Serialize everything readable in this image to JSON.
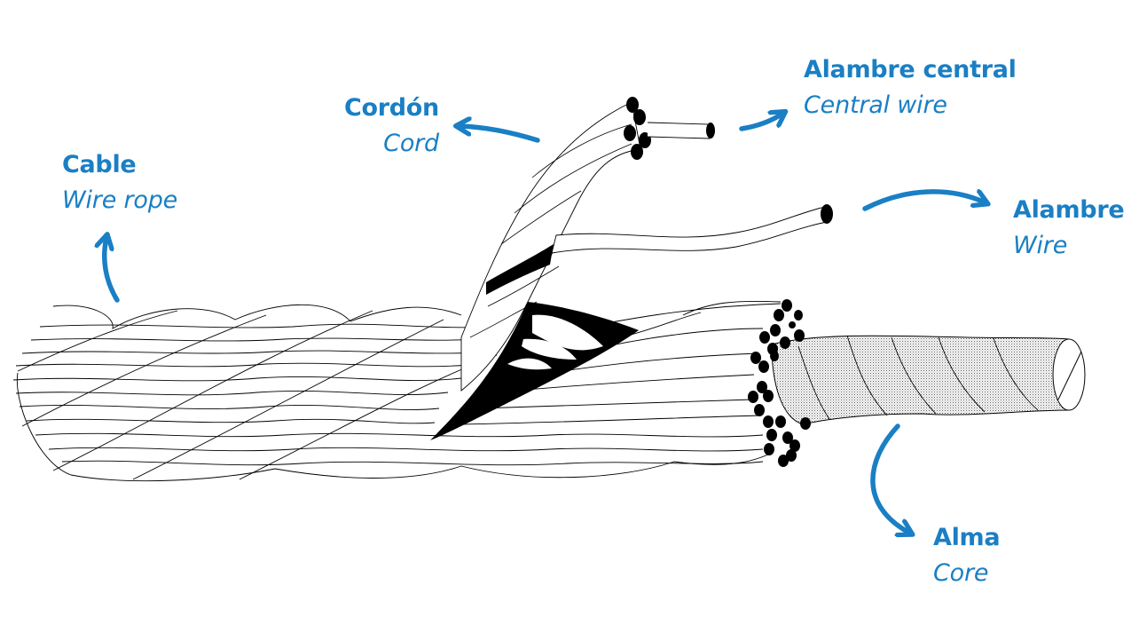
{
  "title": "Wire rope anatomy",
  "colors": {
    "accent": "#1a7fc4",
    "ink": "#000000",
    "background": "#ffffff"
  },
  "labels": [
    {
      "id": "cable",
      "spanish": "Cable",
      "english": "Wire rope"
    },
    {
      "id": "cordon",
      "spanish": "Cordón",
      "english": "Cord"
    },
    {
      "id": "central",
      "spanish": "Alambre central",
      "english": "Central wire"
    },
    {
      "id": "wire",
      "spanish": "Alambre",
      "english": "Wire"
    },
    {
      "id": "core",
      "spanish": "Alma",
      "english": "Core"
    }
  ],
  "arrows": [
    {
      "from": "wire-rope-body",
      "to": "cable"
    },
    {
      "from": "lifted-strand",
      "to": "cordon"
    },
    {
      "from": "center-wire-end",
      "to": "central"
    },
    {
      "from": "single-wire-end",
      "to": "wire"
    },
    {
      "from": "fiber-core",
      "to": "core"
    }
  ]
}
